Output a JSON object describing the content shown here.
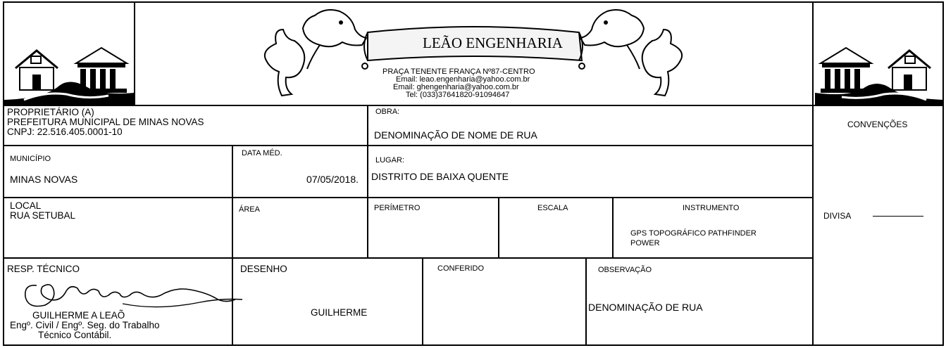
{
  "header": {
    "company_name": "LEÃO ENGENHARIA",
    "address": "PRAÇA TENENTE FRANÇA Nº87-CENTRO",
    "email1": "Email: leao.engenharia@yahoo.com.br",
    "email2": "Email: ghengenharia@yahoo.com.br",
    "phone": "Tel: (033)37641820-91094647"
  },
  "owner": {
    "label": "PROPRIETÁRIO (A)",
    "name": "PREFEITURA MUNICIPAL DE MINAS NOVAS",
    "cnpj": "CNPJ: 22.516.405.0001-10"
  },
  "work": {
    "label": "OBRA:",
    "value": "DENOMINAÇÃO DE NOME DE RUA"
  },
  "conventions": {
    "label": "CONVENÇÕES",
    "divisa_label": "DIVISA"
  },
  "municipality": {
    "label": "MUNICÍPIO",
    "value": "MINAS NOVAS"
  },
  "measurement_date": {
    "label": "DATA MÉD.",
    "value": "07/05/2018."
  },
  "place": {
    "label": "LUGAR:",
    "value": "DISTRITO DE BAIXA QUENTE"
  },
  "location": {
    "label": "LOCAL",
    "value": "RUA SETUBAL"
  },
  "area": {
    "label": "ÁREA"
  },
  "perimeter": {
    "label": "PERÍMETRO"
  },
  "scale": {
    "label": "ESCALA"
  },
  "instrument": {
    "label": "INSTRUMENTO",
    "line1": "GPS TOPOGRÁFICO PATHFINDER",
    "line2": "POWER"
  },
  "technician": {
    "label": "RESP. TÉCNICO",
    "name": "GUILHERME A LEAÕ",
    "title": "Engº. Civil / Engº. Seg. do Trabalho",
    "title2": "Técnico Contábil."
  },
  "drawing": {
    "label": "DESENHO",
    "value": "GUILHERME"
  },
  "checked": {
    "label": "CONFERIDO"
  },
  "observation": {
    "label": "OBSERVAÇÃO",
    "value": "DENOMINAÇÃO DE RUA"
  }
}
